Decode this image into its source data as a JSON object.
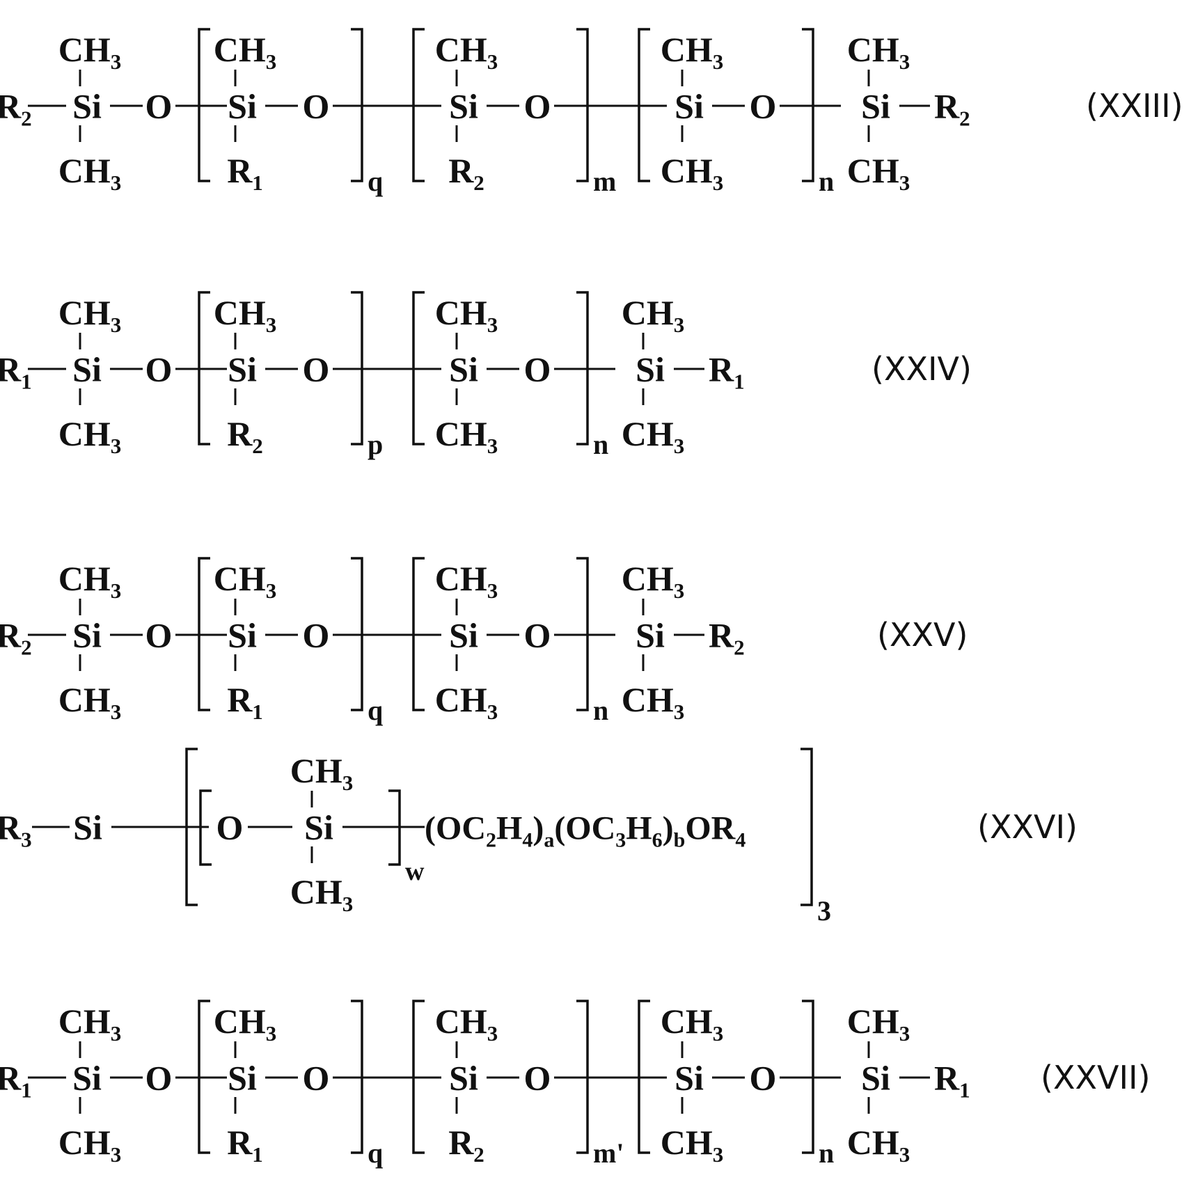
{
  "formulas": [
    {
      "label": "(XXIII)",
      "end_left": [
        "R",
        "2"
      ],
      "end_right": [
        "R",
        "2"
      ],
      "units": [
        {
          "top": "CH3",
          "bottom": "R1",
          "sub": "q"
        },
        {
          "top": "CH3",
          "bottom": "R2",
          "sub": "m"
        },
        {
          "top": "CH3",
          "bottom": "CH3",
          "sub": "n"
        }
      ]
    },
    {
      "label": "(XXIV)",
      "end_left": [
        "R",
        "1"
      ],
      "end_right": [
        "R",
        "1"
      ],
      "units": [
        {
          "top": "CH3",
          "bottom": "R2",
          "sub": "p"
        },
        {
          "top": "CH3",
          "bottom": "CH3",
          "sub": "n"
        }
      ]
    },
    {
      "label": "(XXV)",
      "end_left": [
        "R",
        "2"
      ],
      "end_right": [
        "R",
        "2"
      ],
      "units": [
        {
          "top": "CH3",
          "bottom": "R1",
          "sub": "q"
        },
        {
          "top": "CH3",
          "bottom": "CH3",
          "sub": "n"
        }
      ]
    },
    {
      "label": "(XXVI)",
      "head": [
        "R",
        "3",
        "Si"
      ],
      "inner": {
        "top": "CH3",
        "bottom": "CH3",
        "sub": "w"
      },
      "tail": [
        "(OC",
        "2",
        "H",
        "4",
        ")",
        "a",
        "(OC",
        "3",
        "H",
        "6",
        ")",
        "b",
        "OR",
        "4"
      ],
      "outer_sub": "3"
    },
    {
      "label": "(XXVII)",
      "end_left": [
        "R",
        "1"
      ],
      "end_right": [
        "R",
        "1"
      ],
      "units": [
        {
          "top": "CH3",
          "bottom": "R1",
          "sub": "q"
        },
        {
          "top": "CH3",
          "bottom": "R2",
          "sub": "m'"
        },
        {
          "top": "CH3",
          "bottom": "CH3",
          "sub": "n"
        }
      ]
    }
  ],
  "atoms": {
    "si": "Si",
    "o": "O"
  }
}
